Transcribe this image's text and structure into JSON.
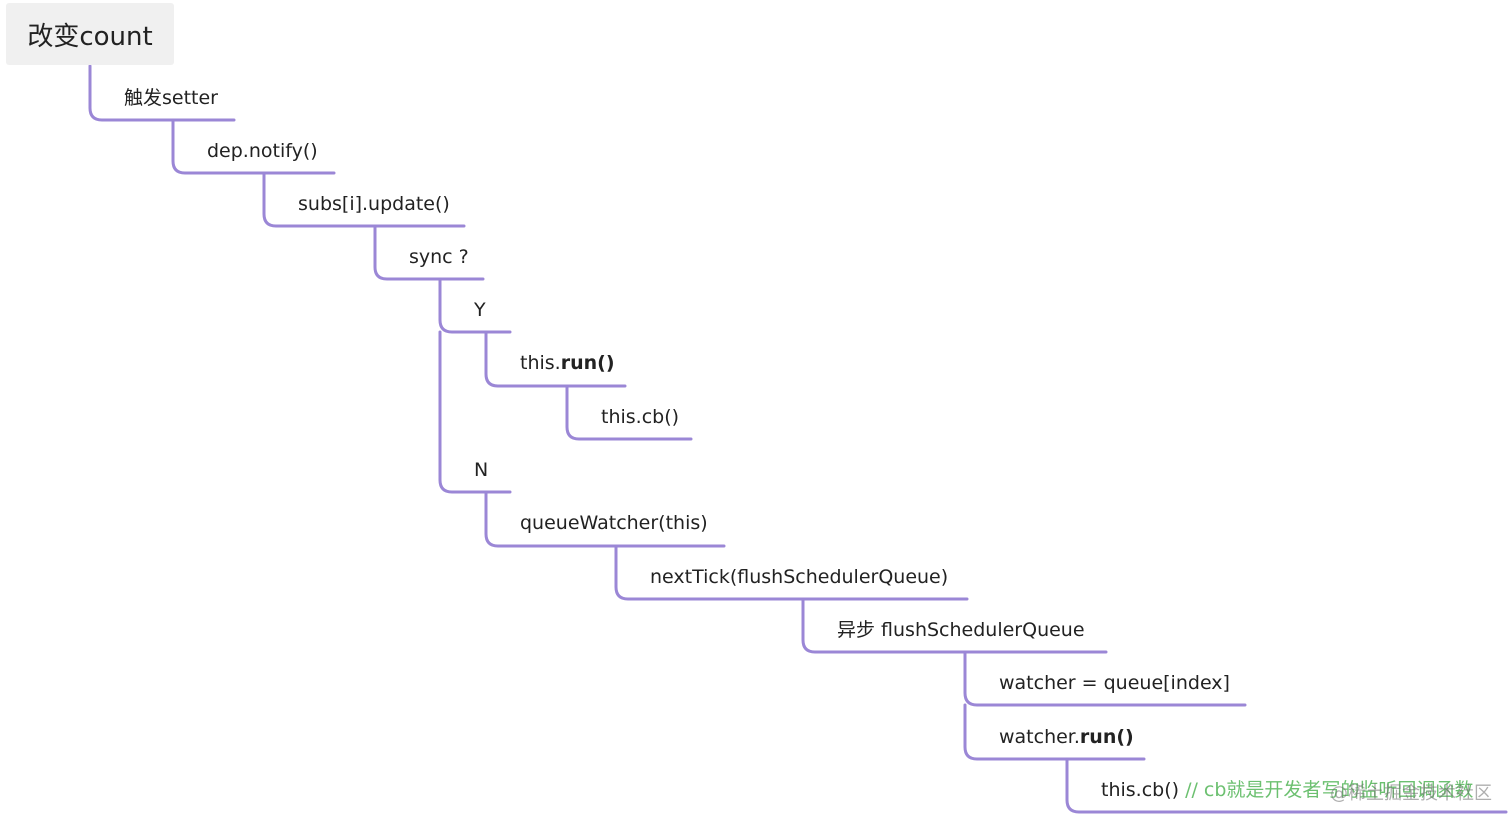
{
  "root": {
    "label": "改变count"
  },
  "nodes": {
    "setter": {
      "label": "触发setter"
    },
    "notify": {
      "label": "dep.notify()"
    },
    "update": {
      "label": "subs[i].update()"
    },
    "sync": {
      "label": "sync ?"
    },
    "yes": {
      "label": "Y"
    },
    "this_run": {
      "prefix": "this.",
      "bold": "run()"
    },
    "this_cb_1": {
      "label": "this.cb()"
    },
    "no": {
      "label": "N"
    },
    "queue_watcher": {
      "label": "queueWatcher(this)"
    },
    "next_tick": {
      "label": "nextTick(flushSchedulerQueue)"
    },
    "async_flush": {
      "label": "异步 flushSchedulerQueue"
    },
    "watcher_assign": {
      "label": "watcher = queue[index]"
    },
    "watcher_run": {
      "prefix": "watcher.",
      "bold": "run()"
    },
    "this_cb_2": {
      "label": "this.cb()",
      "comment": " // cb就是开发者写的监听回调函数"
    }
  },
  "watermark": "@稀土掘金技术社区",
  "colors": {
    "connector": "#9b87d6",
    "root_bg": "#f0f0f0",
    "comment": "#6cc070"
  }
}
